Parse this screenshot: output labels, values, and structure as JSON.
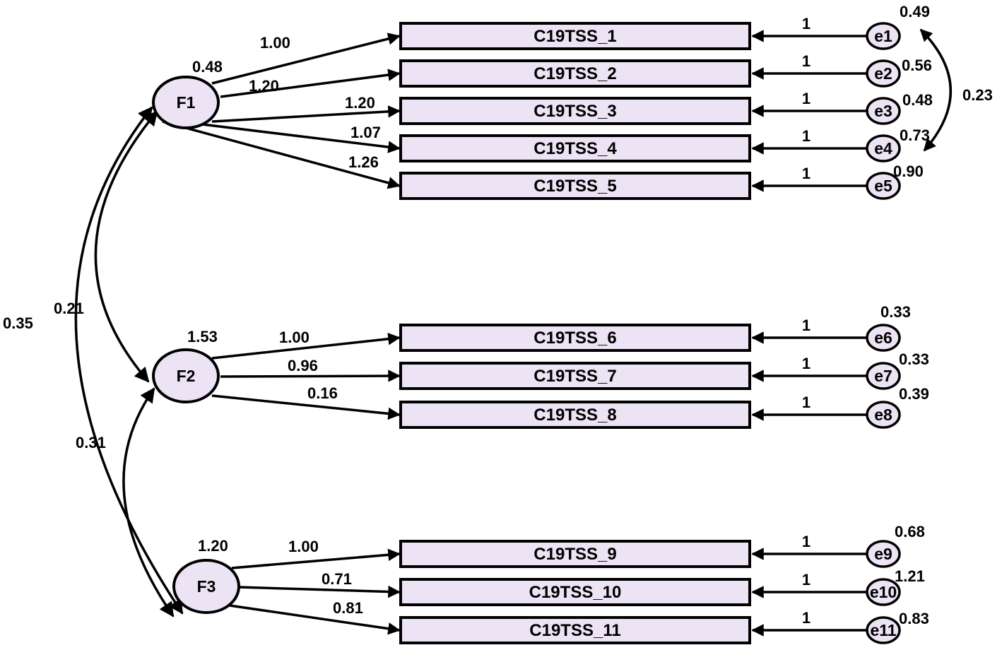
{
  "factors": [
    {
      "id": "F1",
      "label": "F1",
      "variance": "0.48"
    },
    {
      "id": "F2",
      "label": "F2",
      "variance": "1.53"
    },
    {
      "id": "F3",
      "label": "F3",
      "variance": "1.20"
    }
  ],
  "indicators": [
    {
      "label": "C19TSS_1",
      "factor": "F1",
      "loading": "1.00",
      "error": "e1",
      "error_variance": "0.49",
      "error_path": "1"
    },
    {
      "label": "C19TSS_2",
      "factor": "F1",
      "loading": "1.20",
      "error": "e2",
      "error_variance": "0.56",
      "error_path": "1"
    },
    {
      "label": "C19TSS_3",
      "factor": "F1",
      "loading": "1.20",
      "error": "e3",
      "error_variance": "0.48",
      "error_path": "1"
    },
    {
      "label": "C19TSS_4",
      "factor": "F1",
      "loading": "1.07",
      "error": "e4",
      "error_variance": "0.73",
      "error_path": "1"
    },
    {
      "label": "C19TSS_5",
      "factor": "F1",
      "loading": "1.26",
      "error": "e5",
      "error_variance": "0.90",
      "error_path": "1"
    },
    {
      "label": "C19TSS_6",
      "factor": "F2",
      "loading": "1.00",
      "error": "e6",
      "error_variance": "0.33",
      "error_path": "1"
    },
    {
      "label": "C19TSS_7",
      "factor": "F2",
      "loading": "0.96",
      "error": "e7",
      "error_variance": "0.33",
      "error_path": "1"
    },
    {
      "label": "C19TSS_8",
      "factor": "F2",
      "loading": "0.16",
      "error": "e8",
      "error_variance": "0.39",
      "error_path": "1"
    },
    {
      "label": "C19TSS_9",
      "factor": "F3",
      "loading": "1.00",
      "error": "e9",
      "error_variance": "0.68",
      "error_path": "1"
    },
    {
      "label": "C19TSS_10",
      "factor": "F3",
      "loading": "0.71",
      "error": "e10",
      "error_variance": "1.21",
      "error_path": "1"
    },
    {
      "label": "C19TSS_11",
      "factor": "F3",
      "loading": "0.81",
      "error": "e11",
      "error_variance": "0.83",
      "error_path": "1"
    }
  ],
  "factor_covariances": [
    {
      "from": "F1",
      "to": "F2",
      "value": "0.21"
    },
    {
      "from": "F1",
      "to": "F3",
      "value": "0.35"
    },
    {
      "from": "F2",
      "to": "F3",
      "value": "0.31"
    }
  ],
  "error_covariances": [
    {
      "from": "e1",
      "to": "e4",
      "value": "0.23"
    }
  ]
}
